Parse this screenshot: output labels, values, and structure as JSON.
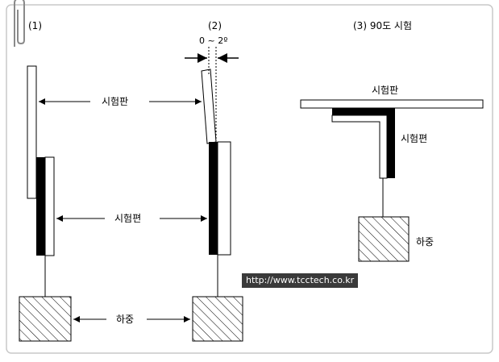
{
  "panels": {
    "p1": {
      "label": "(1)"
    },
    "p2": {
      "label": "(2)",
      "angle": "0 ~ 2º"
    },
    "p3": {
      "label": "(3) 90도 시험"
    }
  },
  "labels": {
    "test_plate": "시험판",
    "test_piece": "시험편",
    "load": "하중"
  },
  "watermark": "http://www.tcctech.co.kr",
  "colors": {
    "frame": "#c8c8c8",
    "line": "#000000",
    "fill": "#ffffff"
  }
}
